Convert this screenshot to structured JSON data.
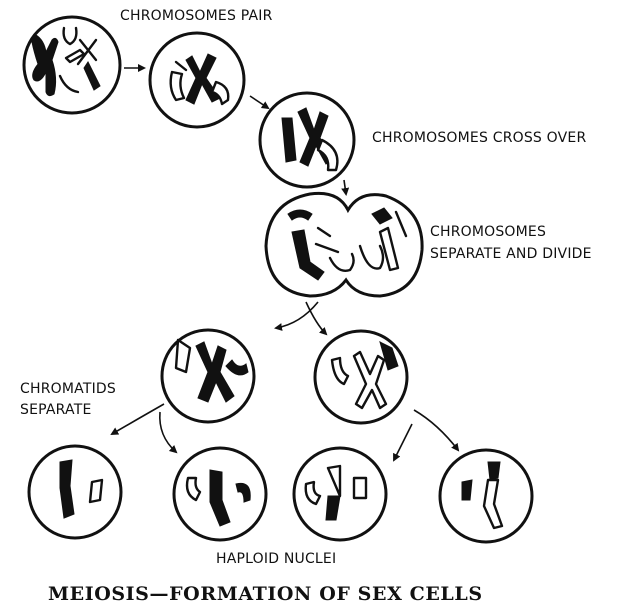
{
  "labels": {
    "pair": "CHROMOSOMES PAIR",
    "cross_over": "CHROMOSOMES CROSS OVER",
    "separate_divide_1": "CHROMOSOMES",
    "separate_divide_2": "SEPARATE AND DIVIDE",
    "chromatids_1": "CHROMATIDS",
    "chromatids_2": "SEPARATE",
    "haploid": "HAPLOID NUCLEI"
  },
  "title": "MEIOSIS—FORMATION OF SEX CELLS",
  "colors": {
    "ink": "#111111",
    "paper": "#ffffff"
  }
}
